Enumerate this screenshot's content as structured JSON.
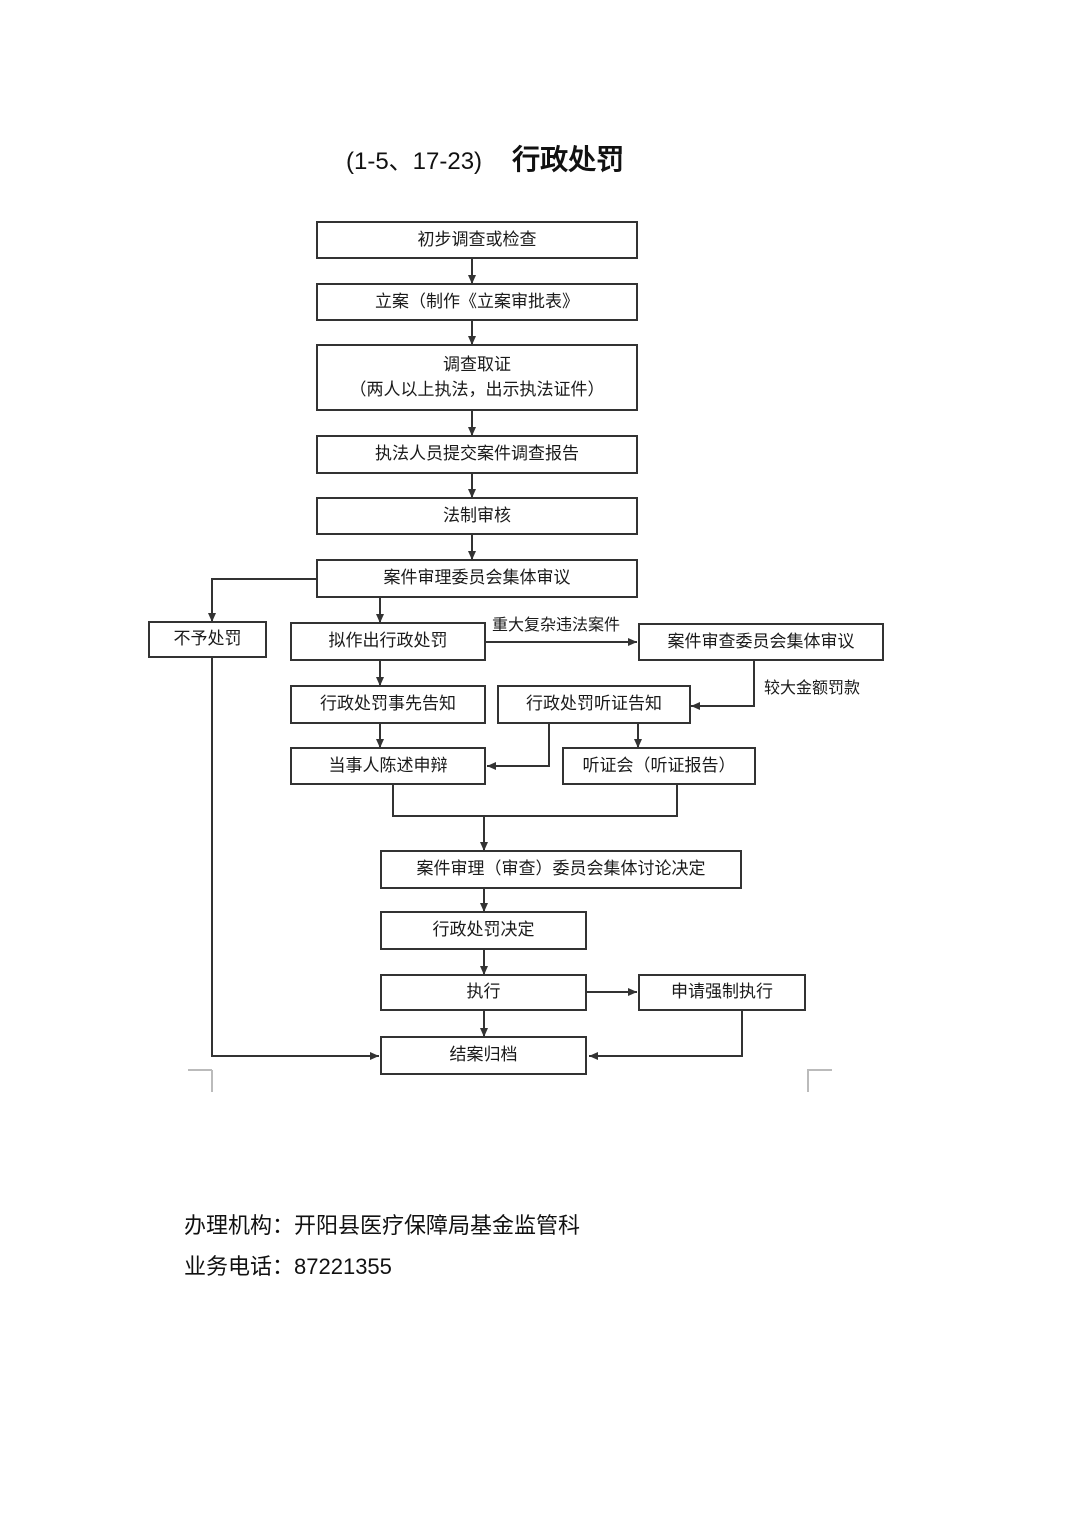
{
  "title": {
    "code": "(1-5、17-23)",
    "name": "行政处罚"
  },
  "nodes": {
    "initial_investigation": "初步调查或检查",
    "file_case": "立案（制作《立案审批表》",
    "investigate_title": "调查取证",
    "investigate_note": "（两人以上执法，出示执法证件）",
    "submit_report": "执法人员提交案件调查报告",
    "legal_review": "法制审核",
    "committee_review": "案件审理委员会集体审议",
    "no_penalty": "不予处罚",
    "propose_penalty": "拟作出行政处罚",
    "review_committee": "案件审查委员会集体审议",
    "prior_notice": "行政处罚事先告知",
    "hearing_notice": "行政处罚听证告知",
    "statement_defense": "当事人陈述申辩",
    "hearing": "听证会（听证报告）",
    "collective_decision": "案件审理（审查）委员会集体讨论决定",
    "penalty_decision": "行政处罚决定",
    "execute": "执行",
    "apply_enforcement": "申请强制执行",
    "close_archive": "结案归档"
  },
  "edge_labels": {
    "major_complex": "重大复杂违法案件",
    "large_fine": "较大金额罚款"
  },
  "footer": {
    "org_label": "办理机构：",
    "org_value": "开阳县医疗保障局基金监管科",
    "phone_label": "业务电话：",
    "phone_value": "87221355"
  }
}
